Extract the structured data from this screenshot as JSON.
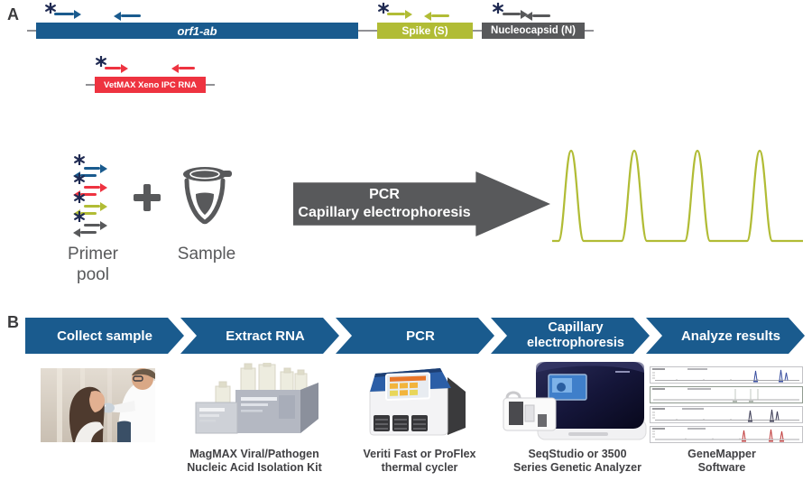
{
  "figure": {
    "panel_a_label": "A",
    "panel_b_label": "B"
  },
  "icons": {
    "labeled_primer_star": "asterisk-star",
    "plus": "+"
  },
  "genome_map": {
    "genes": [
      {
        "name": "orf1-ab"
      },
      {
        "name": "Spike (S)"
      },
      {
        "name": "Nucleocapsid (N)"
      }
    ],
    "ipc_control": {
      "name": "VetMAX Xeno IPC RNA"
    }
  },
  "reaction": {
    "primer_pool_label_line1": "Primer",
    "primer_pool_label_line2": "pool",
    "sample_label": "Sample",
    "process_line1": "PCR",
    "process_line2": "Capillary electrophoresis",
    "electropherogram_peaks": 4
  },
  "workflow": {
    "steps": [
      {
        "label": "Collect sample"
      },
      {
        "label": "Extract RNA"
      },
      {
        "label": "PCR"
      },
      {
        "label": "Capillary electrophoresis"
      },
      {
        "label": "Analyze results"
      }
    ],
    "captions": [
      {
        "line1": "MagMAX Viral/Pathogen",
        "line2": "Nucleic Acid Isolation Kit"
      },
      {
        "line1": "Veriti Fast or ProFlex",
        "line2": "thermal cycler"
      },
      {
        "line1": "SeqStudio or 3500",
        "line2": "Series Genetic Analyzer"
      },
      {
        "line1": "GeneMapper",
        "line2": "Software"
      }
    ]
  },
  "colors": {
    "orf1ab_blue": "#1a5b8e",
    "primer_star_navy": "#1f2a52",
    "spike_olive": "#b1bc35",
    "nucleocapsid_gray": "#58595b",
    "ipc_red": "#ee3340",
    "caption_text": "#414144"
  }
}
